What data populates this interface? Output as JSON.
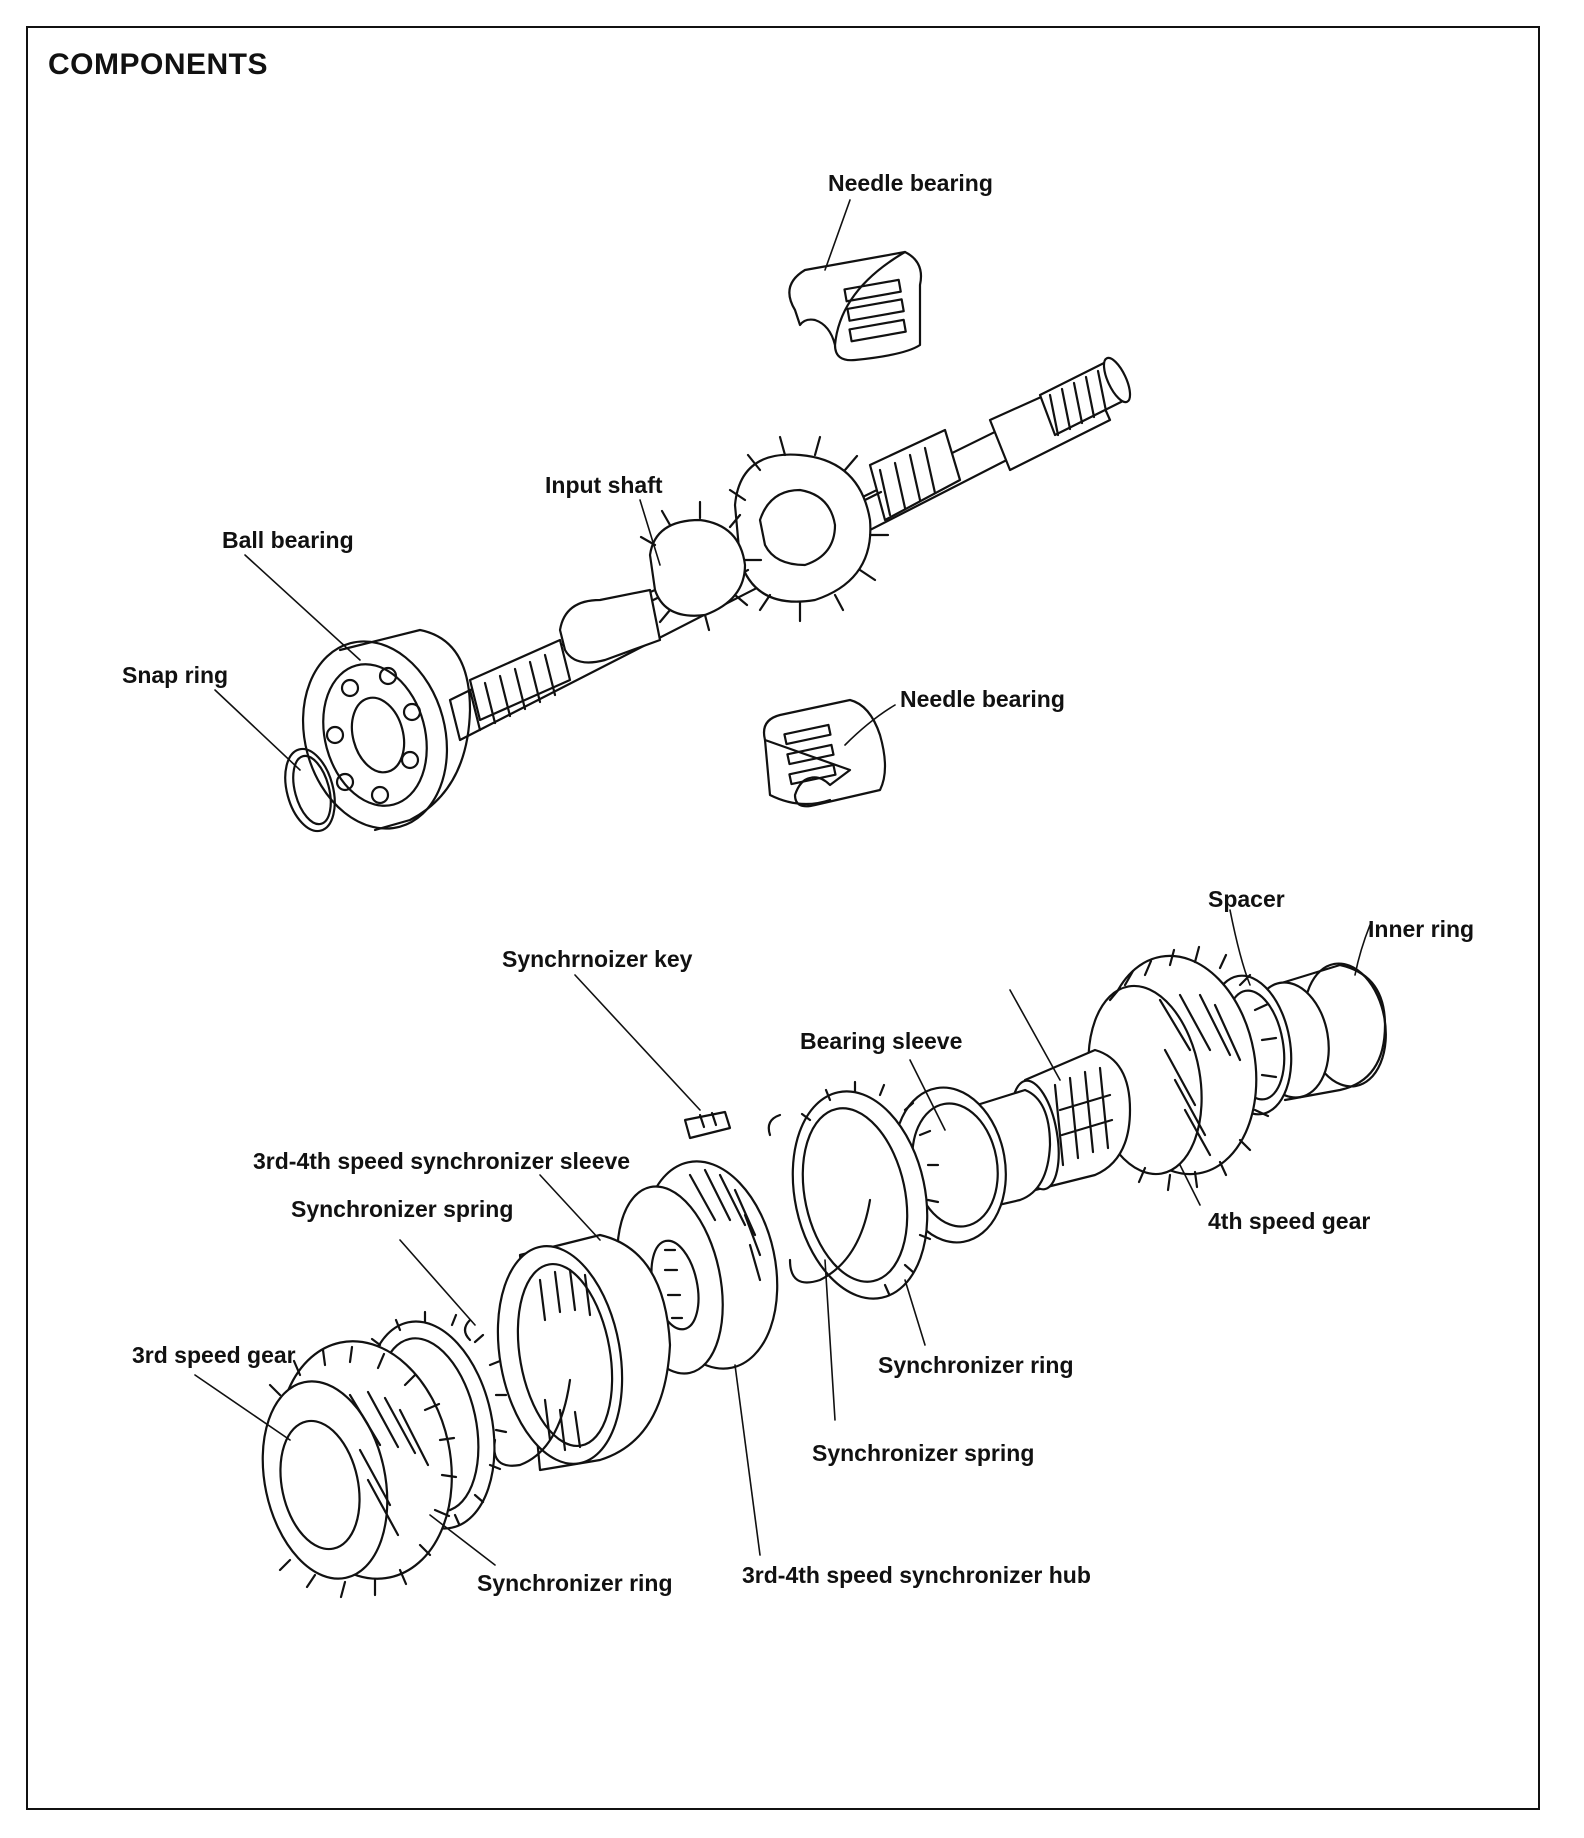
{
  "title": "COMPONENTS",
  "labels": {
    "needle_bearing_top": "Needle bearing",
    "input_shaft": "Input shaft",
    "ball_bearing": "Ball bearing",
    "snap_ring": "Snap ring",
    "needle_bearing_bottom": "Needle bearing",
    "spacer": "Spacer",
    "inner_ring": "Inner ring",
    "synchronizer_key": "Synchrnoizer key",
    "bearing_sleeve": "Bearing sleeve",
    "sync_sleeve": "3rd-4th speed synchronizer sleeve",
    "sync_spring_left": "Synchronizer spring",
    "fourth_speed_gear": "4th speed gear",
    "third_speed_gear": "3rd speed gear",
    "sync_ring_right": "Synchronizer ring",
    "sync_spring_right": "Synchronizer spring",
    "sync_ring_left": "Synchronizer ring",
    "sync_hub": "3rd-4th speed synchronizer hub"
  }
}
